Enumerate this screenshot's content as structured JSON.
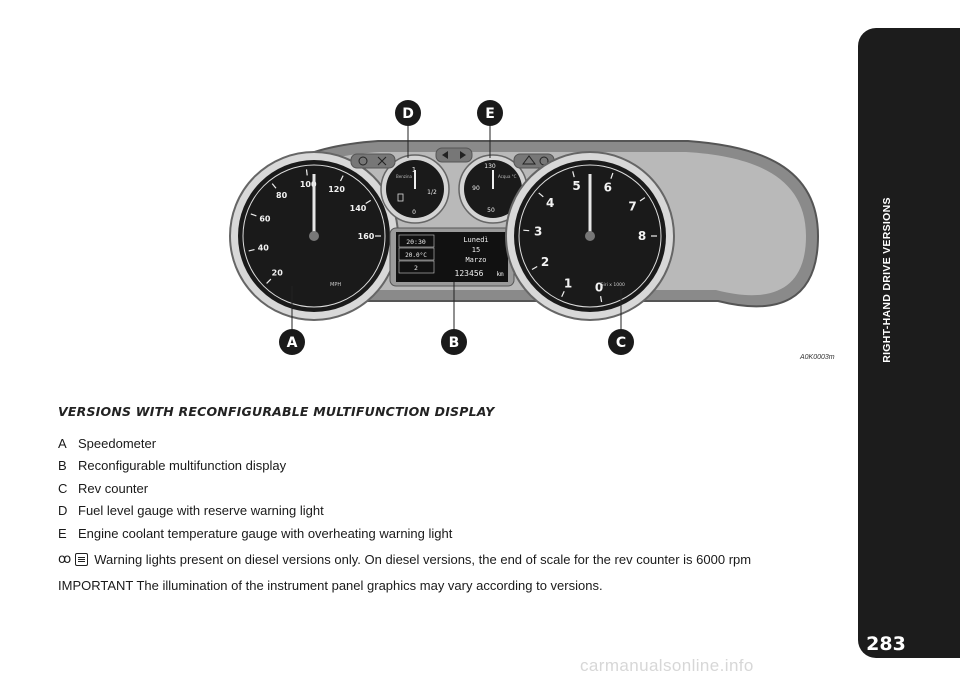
{
  "side_tab": {
    "label": "RIGHT-HAND DRIVE VERSIONS"
  },
  "page_number": "283",
  "figure": {
    "code": "A0K0003m",
    "callouts": [
      "A",
      "B",
      "C",
      "D",
      "E"
    ],
    "speedometer": {
      "ticks": [
        "20",
        "40",
        "60",
        "80",
        "100",
        "120",
        "140",
        "160"
      ],
      "unit": "MPH"
    },
    "fuel_gauge": {
      "labels": [
        "1",
        "1/2",
        "0"
      ],
      "title": "Benzina"
    },
    "temp_gauge": {
      "labels": [
        "130",
        "90",
        "50"
      ],
      "title": "Acqua °C"
    },
    "rev_counter": {
      "ticks": [
        "0",
        "1",
        "2",
        "3",
        "4",
        "5",
        "6",
        "7",
        "8"
      ],
      "unit": "Giri x 1000"
    },
    "display": {
      "left_rows": [
        "20:30",
        "20.0°C",
        "2"
      ],
      "day": "Lunedì",
      "date": "15",
      "month": "Marzo",
      "odometer": "123456",
      "odometer_unit": "km"
    }
  },
  "heading": "VERSIONS WITH RECONFIGURABLE MULTIFUNCTION DISPLAY",
  "legend": [
    {
      "key": "A",
      "text": "Speedometer"
    },
    {
      "key": "B",
      "text": "Reconfigurable multifunction display"
    },
    {
      "key": "C",
      "text": "Rev counter"
    },
    {
      "key": "D",
      "text": "Fuel level gauge with reserve warning light"
    },
    {
      "key": "E",
      "text": "Engine coolant temperature gauge with overheating warning light"
    }
  ],
  "note": {
    "glyph": "ꝏ",
    "text": "Warning lights present on diesel versions only. On diesel versions, the end of scale for the rev counter is 6000 rpm"
  },
  "important": "IMPORTANT The illumination of the instrument panel graphics may vary according to versions.",
  "watermark": "carmanualsonline.info"
}
